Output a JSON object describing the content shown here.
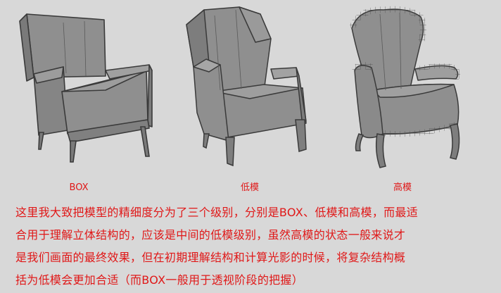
{
  "labels": {
    "box": "BOX",
    "low_poly": "低模",
    "high_poly": "高模"
  },
  "text": {
    "line1": "这里我大致把模型的精细度分为了三个级别，分别是BOX、低模和高模，而最适",
    "line2": "合用于理解立体结构的，应该是中间的低模级别，虽然高模的状态一般来说才",
    "line3": "是我们画面的最终效果，但在初期理解结构和计算光影的时候，将复杂结构概",
    "line4": "括为低模会更加合适（而BOX一般用于透视阶段的把握）"
  },
  "colors": {
    "background": "#d8d8d8",
    "text": "#e01818",
    "chair_fill": "#8f8f8f",
    "chair_stroke": "#3a3a3a"
  }
}
